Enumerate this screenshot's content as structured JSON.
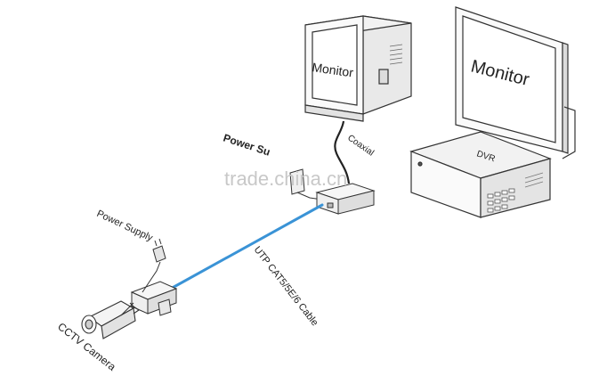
{
  "labels": {
    "monitor_left": "Monitor",
    "monitor_right": "Monitor",
    "dvr": "DVR",
    "power_supply_top": "Power Su",
    "coaxial": "Coaxial",
    "power_supply_bottom": "Power Supply",
    "cable": "UTP CAT5/5E/6 Cable",
    "camera": "CCTV Camera",
    "watermark": "trade.china.cn"
  },
  "colors": {
    "cable": "#3a93d6",
    "outline": "#333333",
    "face": "#f4f4f4",
    "shade": "#dcdcdc"
  }
}
